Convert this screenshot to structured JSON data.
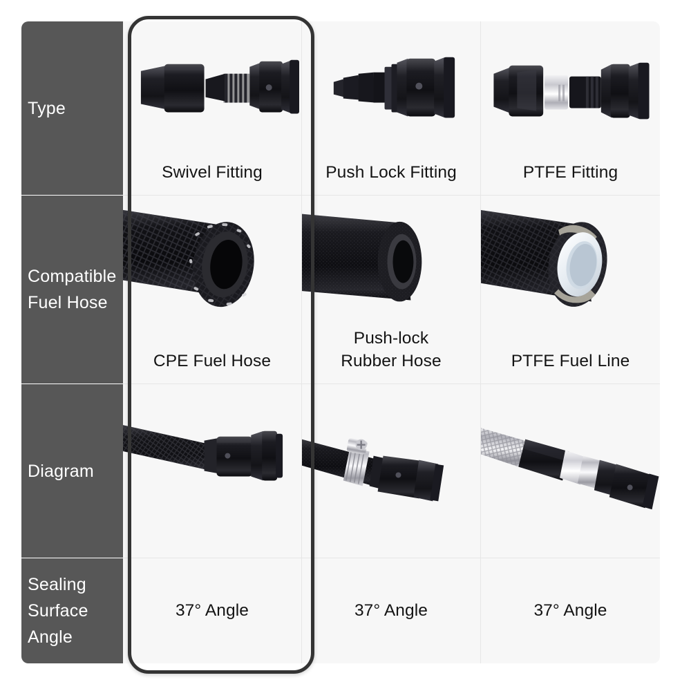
{
  "comparison_table": {
    "row_labels": [
      "Type",
      "Compatible\nFuel Hose",
      "Diagram",
      "Sealing\nSurface\nAngle"
    ],
    "rows": {
      "type": {
        "label": "Type",
        "cells": [
          {
            "caption": "Swivel Fitting",
            "image": "swivel-fitting-photo"
          },
          {
            "caption": "Push Lock Fitting",
            "image": "push-lock-fitting-photo"
          },
          {
            "caption": "PTFE Fitting",
            "image": "ptfe-fitting-photo"
          }
        ]
      },
      "hose": {
        "label_line1": "Compatible",
        "label_line2": "Fuel Hose",
        "cells": [
          {
            "caption": "CPE Fuel Hose",
            "image": "cpe-braided-hose-photo"
          },
          {
            "caption_line1": "Push-lock",
            "caption_line2": "Rubber Hose",
            "image": "rubber-hose-photo"
          },
          {
            "caption": "PTFE Fuel Line",
            "image": "ptfe-lined-hose-photo"
          }
        ]
      },
      "diagram": {
        "label": "Diagram",
        "cells": [
          {
            "caption": "",
            "image": "swivel-assembly-diagram"
          },
          {
            "caption": "",
            "image": "push-lock-clamp-assembly-diagram"
          },
          {
            "caption": "",
            "image": "ptfe-assembly-diagram"
          }
        ]
      },
      "angle": {
        "label_line1": "Sealing",
        "label_line2": "Surface",
        "label_line3": "Angle",
        "cells": [
          {
            "caption": "37° Angle"
          },
          {
            "caption": "37° Angle"
          },
          {
            "caption": "37° Angle"
          }
        ]
      }
    },
    "highlighted_column_index": 0,
    "highlighted_column_name": "Swivel Fitting",
    "colors": {
      "label_column_background": "#575757",
      "label_text": "#ffffff",
      "table_background": "#f7f7f7",
      "cell_border": "#e6e6e6",
      "body_text": "#141414",
      "highlight_border": "#343434",
      "page_background": "#ffffff"
    }
  }
}
